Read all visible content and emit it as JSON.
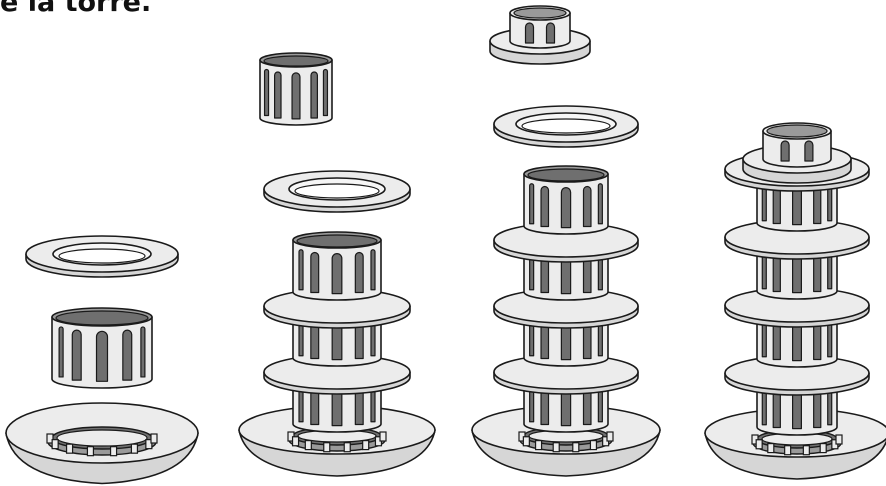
{
  "heading": {
    "text": "e la torre."
  },
  "colors": {
    "surface": "#ececec",
    "surface_dark": "#d6d6d6",
    "shadow": "#9a9a9a",
    "inner": "#6f6f6f",
    "outline": "#1a1a1a",
    "background": "#ffffff"
  },
  "steps": [
    {
      "name": "step-1",
      "assembled_levels": 0,
      "has_cap": false,
      "floating": [
        "basket",
        "ring"
      ]
    },
    {
      "name": "step-2",
      "assembled_levels": 3,
      "has_cap": false,
      "floating": [
        "ring",
        "basket"
      ]
    },
    {
      "name": "step-3",
      "assembled_levels": 4,
      "has_cap": false,
      "floating": [
        "ring",
        "cap"
      ]
    },
    {
      "name": "step-4",
      "assembled_levels": 4,
      "has_cap": true,
      "floating": []
    }
  ]
}
